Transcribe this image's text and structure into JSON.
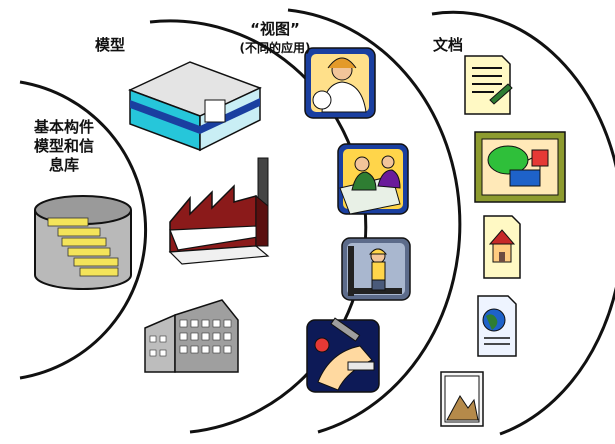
{
  "diagram": {
    "zones": [
      {
        "title_lines": [
          "基本构件",
          "模型和信",
          "息库"
        ]
      },
      {
        "title_lines": [
          "模型"
        ]
      },
      {
        "title_lines": [
          "“视图”"
        ],
        "subtitle": "(不同的应用)"
      },
      {
        "title_lines": [
          "文档"
        ]
      }
    ],
    "icons": {
      "database": "database-icon",
      "model_building": "building-model-icon",
      "model_factory": "factory-icon",
      "model_office": "office-building-icon",
      "view_client": "client-presentation-icon",
      "view_design": "engineer-design-icon",
      "view_construction": "construction-worker-icon",
      "view_maintenance": "maintenance-icon",
      "doc_text": "text-document-icon",
      "doc_plan": "site-plan-icon",
      "doc_house": "house-drawing-icon",
      "doc_globe": "globe-document-icon",
      "doc_photo": "mountain-picture-icon"
    },
    "colors": {
      "stroke": "#111111",
      "blue": "#1a3fa0",
      "cyan": "#2ec3d9",
      "maroon": "#7a1414"
    }
  }
}
